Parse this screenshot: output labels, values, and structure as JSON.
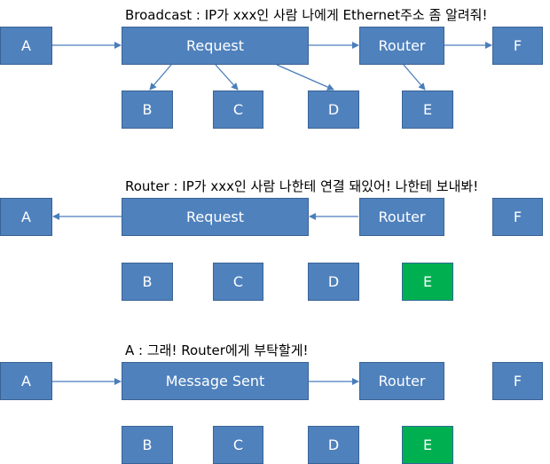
{
  "panels": [
    {
      "caption": "Broadcast : IP가 xxx인 사람 나에게 Ethernet주소 좀 알려줘!",
      "nodes": {
        "a": "A",
        "main": "Request",
        "router": "Router",
        "f": "F",
        "b": "B",
        "c": "C",
        "d": "D",
        "e": "E"
      }
    },
    {
      "caption": "Router : IP가 xxx인 사람 나한테 연결 돼있어! 나한테 보내봐!",
      "nodes": {
        "a": "A",
        "main": "Request",
        "router": "Router",
        "f": "F",
        "b": "B",
        "c": "C",
        "d": "D",
        "e": "E"
      }
    },
    {
      "caption": "A : 그래! Router에게 부탁할게!",
      "nodes": {
        "a": "A",
        "main": "Message Sent",
        "router": "Router",
        "f": "F",
        "b": "B",
        "c": "C",
        "d": "D",
        "e": "E"
      }
    }
  ],
  "colors": {
    "node_fill": "#4f81bd",
    "node_border": "#3a6394",
    "highlight_fill": "#00b050",
    "arrow": "#4a7ebb"
  }
}
